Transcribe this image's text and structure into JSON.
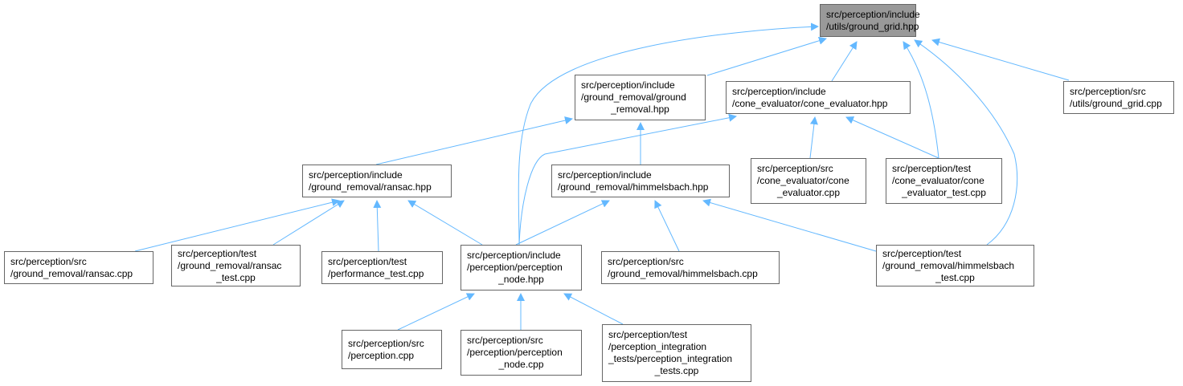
{
  "graph": {
    "edge_color": "#63b8ff",
    "root_fill": "#999999",
    "nodes": {
      "root": {
        "lines": [
          "src/perception/include",
          "/utils/ground_grid.hpp"
        ]
      },
      "ground_removal_hpp": {
        "lines": [
          "src/perception/include",
          "/ground_removal/ground",
          "_removal.hpp"
        ]
      },
      "cone_evaluator_hpp": {
        "lines": [
          "src/perception/include",
          "/cone_evaluator/cone_evaluator.hpp"
        ]
      },
      "ground_grid_cpp": {
        "lines": [
          "src/perception/src",
          "/utils/ground_grid.cpp"
        ]
      },
      "ransac_hpp": {
        "lines": [
          "src/perception/include",
          "/ground_removal/ransac.hpp"
        ]
      },
      "himmelsbach_hpp": {
        "lines": [
          "src/perception/include",
          "/ground_removal/himmelsbach.hpp"
        ]
      },
      "cone_evaluator_cpp": {
        "lines": [
          "src/perception/src",
          "/cone_evaluator/cone",
          "_evaluator.cpp"
        ]
      },
      "cone_evaluator_test_cpp": {
        "lines": [
          "src/perception/test",
          "/cone_evaluator/cone",
          "_evaluator_test.cpp"
        ]
      },
      "ransac_cpp": {
        "lines": [
          "src/perception/src",
          "/ground_removal/ransac.cpp"
        ]
      },
      "ransac_test_cpp": {
        "lines": [
          "src/perception/test",
          "/ground_removal/ransac",
          "_test.cpp"
        ]
      },
      "performance_test_cpp": {
        "lines": [
          "src/perception/test",
          "/performance_test.cpp"
        ]
      },
      "perception_node_hpp": {
        "lines": [
          "src/perception/include",
          "/perception/perception",
          "_node.hpp"
        ]
      },
      "himmelsbach_cpp": {
        "lines": [
          "src/perception/src",
          "/ground_removal/himmelsbach.cpp"
        ]
      },
      "himmelsbach_test_cpp": {
        "lines": [
          "src/perception/test",
          "/ground_removal/himmelsbach",
          "_test.cpp"
        ]
      },
      "perception_cpp": {
        "lines": [
          "src/perception/src",
          "/perception.cpp"
        ]
      },
      "perception_node_cpp": {
        "lines": [
          "src/perception/src",
          "/perception/perception",
          "_node.cpp"
        ]
      },
      "perception_integration_tests_cpp": {
        "lines": [
          "src/perception/test",
          "/perception_integration",
          "_tests/perception_integration",
          "_tests.cpp"
        ]
      }
    },
    "edges": [
      [
        "ground_removal_hpp",
        "root"
      ],
      [
        "cone_evaluator_hpp",
        "root"
      ],
      [
        "ground_grid_cpp",
        "root"
      ],
      [
        "cone_evaluator_test_cpp",
        "root"
      ],
      [
        "himmelsbach_test_cpp",
        "root"
      ],
      [
        "perception_node_hpp",
        "root"
      ],
      [
        "ransac_hpp",
        "ground_removal_hpp"
      ],
      [
        "himmelsbach_hpp",
        "ground_removal_hpp"
      ],
      [
        "perception_node_hpp",
        "cone_evaluator_hpp"
      ],
      [
        "cone_evaluator_cpp",
        "cone_evaluator_hpp"
      ],
      [
        "cone_evaluator_test_cpp",
        "cone_evaluator_hpp"
      ],
      [
        "ransac_cpp",
        "ransac_hpp"
      ],
      [
        "ransac_test_cpp",
        "ransac_hpp"
      ],
      [
        "performance_test_cpp",
        "ransac_hpp"
      ],
      [
        "perception_node_hpp",
        "ransac_hpp"
      ],
      [
        "perception_node_hpp",
        "himmelsbach_hpp"
      ],
      [
        "himmelsbach_cpp",
        "himmelsbach_hpp"
      ],
      [
        "himmelsbach_test_cpp",
        "himmelsbach_hpp"
      ],
      [
        "perception_cpp",
        "perception_node_hpp"
      ],
      [
        "perception_node_cpp",
        "perception_node_hpp"
      ],
      [
        "perception_integration_tests_cpp",
        "perception_node_hpp"
      ]
    ]
  }
}
